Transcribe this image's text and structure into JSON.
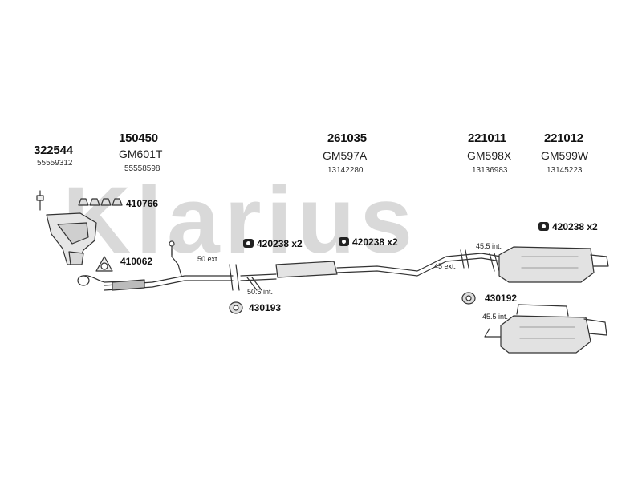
{
  "watermark": "Klarius",
  "parts": {
    "p322544": {
      "number": "322544",
      "oem": "55559312"
    },
    "p150450": {
      "number": "150450",
      "code": "GM601T",
      "oem": "55558598"
    },
    "p261035": {
      "number": "261035",
      "code": "GM597A",
      "oem": "13142280"
    },
    "p221011": {
      "number": "221011",
      "code": "GM598X",
      "oem": "13136983"
    },
    "p221012": {
      "number": "221012",
      "code": "GM599W",
      "oem": "13145223"
    }
  },
  "accessories": {
    "a410766": "410766",
    "a410062": "410062",
    "a420238_left": "420238 x2",
    "a420238_mid": "420238 x2",
    "a420238_right": "420238 x2",
    "a430193": "430193",
    "a430192": "430192"
  },
  "dimensions": {
    "d50ext": "50 ext.",
    "d505int": "50.5 int.",
    "d455int_top": "45.5 int.",
    "d45ext": "45 ext.",
    "d455int_bottom": "45.5 int."
  },
  "colors": {
    "line": "#333333",
    "watermark": "#d9d9d9"
  }
}
